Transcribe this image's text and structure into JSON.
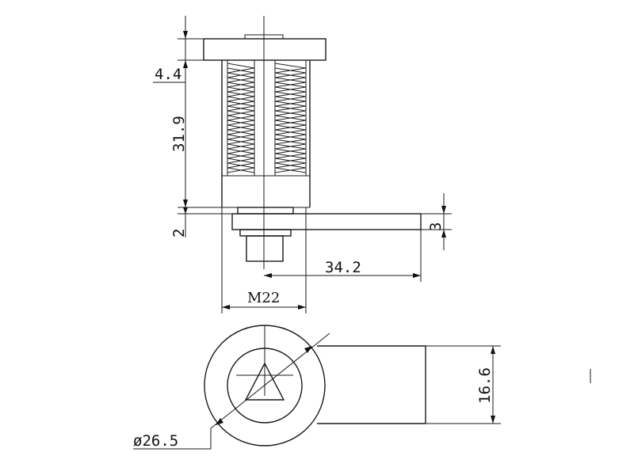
{
  "drawing": {
    "dimensions": {
      "head_height": "4.4",
      "body_length": "31.9",
      "nut_thickness": "2",
      "cam_thickness": "3",
      "cam_length": "34.2",
      "thread_size": "M22",
      "cam_width": "16.6",
      "head_diameter": "ø26.5"
    }
  }
}
